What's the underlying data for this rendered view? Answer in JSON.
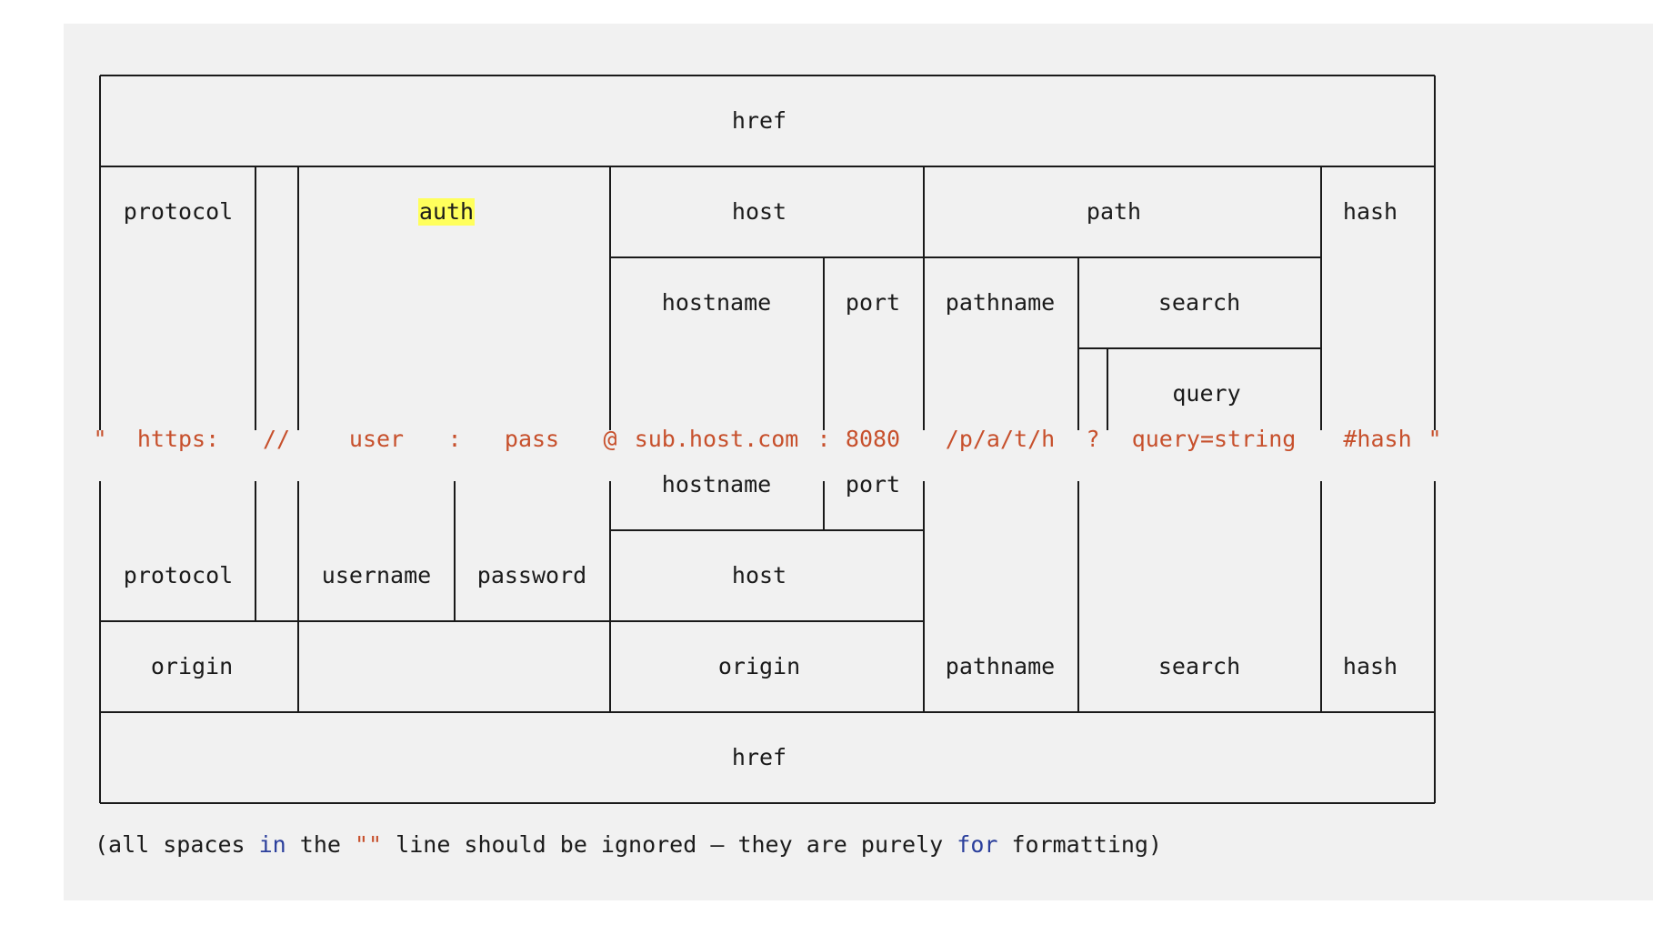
{
  "diagram": {
    "top_href": "href",
    "protocol": "protocol",
    "auth": "auth",
    "host": "host",
    "path": "path",
    "hash": "hash",
    "hostname": "hostname",
    "port": "port",
    "pathname": "pathname",
    "search": "search",
    "query": "query",
    "url_parts": {
      "open_quote": "\"",
      "protocol": "https:",
      "slashes": "//",
      "user": "user",
      "colon1": ":",
      "pass": "pass",
      "at": "@",
      "hostname": "sub.host.com",
      "colon2": ":",
      "port": "8080",
      "pathname": "/p/a/t/h",
      "qmark": "?",
      "query": "query=string",
      "hash": "#hash",
      "close_quote": "\""
    },
    "lower_hostname": "hostname",
    "lower_port": "port",
    "lower_protocol": "protocol",
    "username": "username",
    "password": "password",
    "lower_host": "host",
    "origin_left": "origin",
    "origin_right": "origin",
    "lower_pathname": "pathname",
    "lower_search": "search",
    "lower_hash": "hash",
    "bottom_href": "href"
  },
  "footnote": {
    "part1": "(all spaces ",
    "kw_in": "in",
    "part2": " the ",
    "quotes": "\"\"",
    "part3": " line should be ignored — they are purely ",
    "kw_for": "for",
    "part4": " formatting)"
  },
  "colors": {
    "background": "#f1f1f1",
    "text": "#1a1a1a",
    "url_string": "#c7502c",
    "keyword": "#2b3f9c",
    "highlight": "#ffff5c"
  }
}
